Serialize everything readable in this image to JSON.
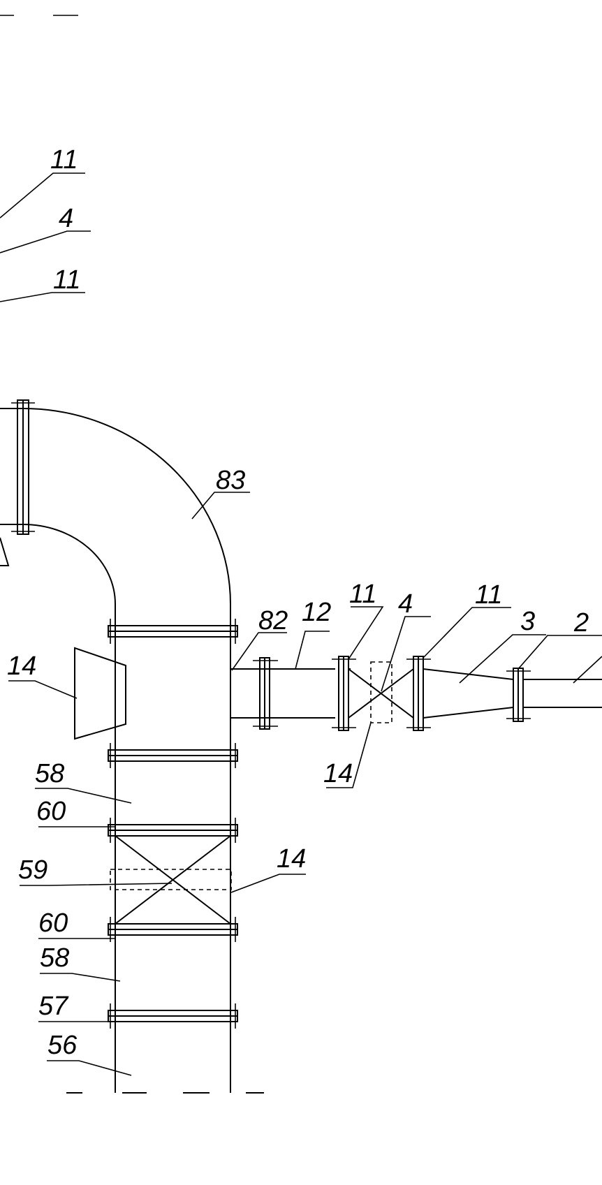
{
  "drawing": {
    "labels": {
      "top_11": "11",
      "top_4": "4",
      "top_11b": "11",
      "elbow_83": "83",
      "branch_82": "82",
      "pipe_12": "12",
      "flange_11_left": "11",
      "valve_4": "4",
      "flange_11_right": "11",
      "reducer_3": "3",
      "pipe_2": "2",
      "reducer_14_side": "14",
      "valve_14_lower": "14",
      "column_58_upper": "58",
      "flange_60_upper": "60",
      "valve_59": "59",
      "valve_14_column": "14",
      "flange_60_lower": "60",
      "column_58_lower": "58",
      "flange_57": "57",
      "pipe_56": "56"
    }
  }
}
